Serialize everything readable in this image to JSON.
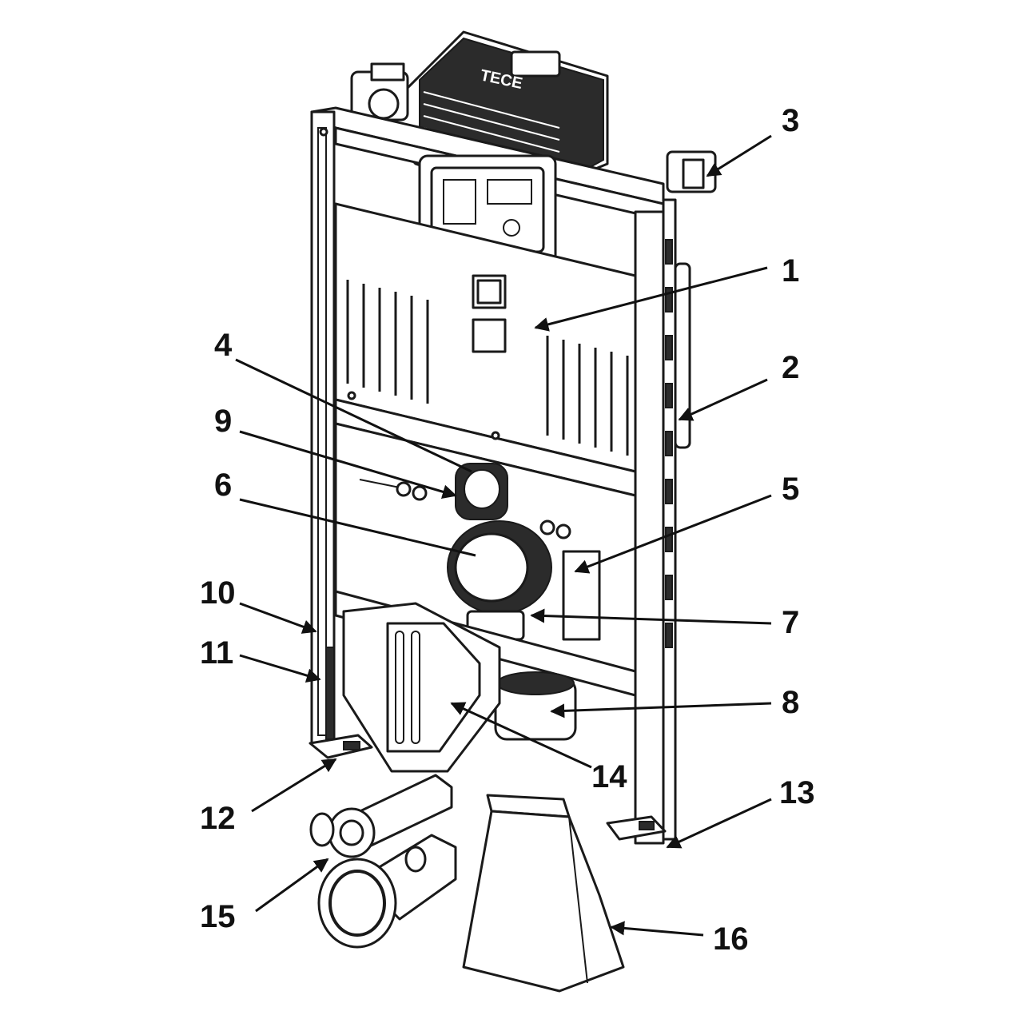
{
  "callouts": [
    {
      "id": "1",
      "label": "1"
    },
    {
      "id": "2",
      "label": "2"
    },
    {
      "id": "3",
      "label": "3"
    },
    {
      "id": "4",
      "label": "4"
    },
    {
      "id": "5",
      "label": "5"
    },
    {
      "id": "6",
      "label": "6"
    },
    {
      "id": "7",
      "label": "7"
    },
    {
      "id": "8",
      "label": "8"
    },
    {
      "id": "9",
      "label": "9"
    },
    {
      "id": "10",
      "label": "10"
    },
    {
      "id": "11",
      "label": "11"
    },
    {
      "id": "12",
      "label": "12"
    },
    {
      "id": "13",
      "label": "13"
    },
    {
      "id": "14",
      "label": "14"
    },
    {
      "id": "15",
      "label": "15"
    },
    {
      "id": "16",
      "label": "16"
    }
  ],
  "cistern_brand": "TECE",
  "colors": {
    "line": "#1a1a1a",
    "background": "#ffffff",
    "fill_dark": "#2b2b2b"
  }
}
